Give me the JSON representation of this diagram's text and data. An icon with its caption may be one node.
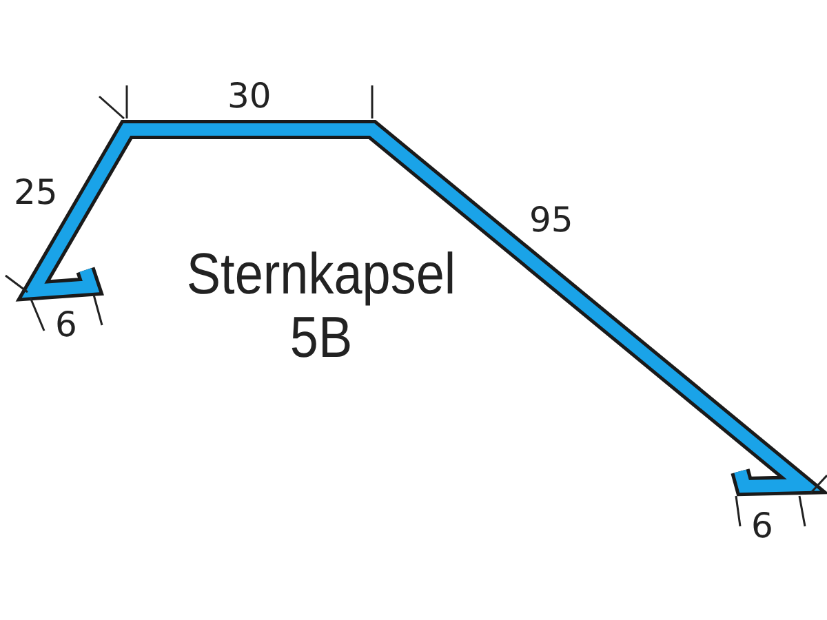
{
  "diagram": {
    "title": "Sternkapsel 5B",
    "labels": [
      "30",
      "25",
      "95",
      "6",
      "6"
    ]
  }
}
